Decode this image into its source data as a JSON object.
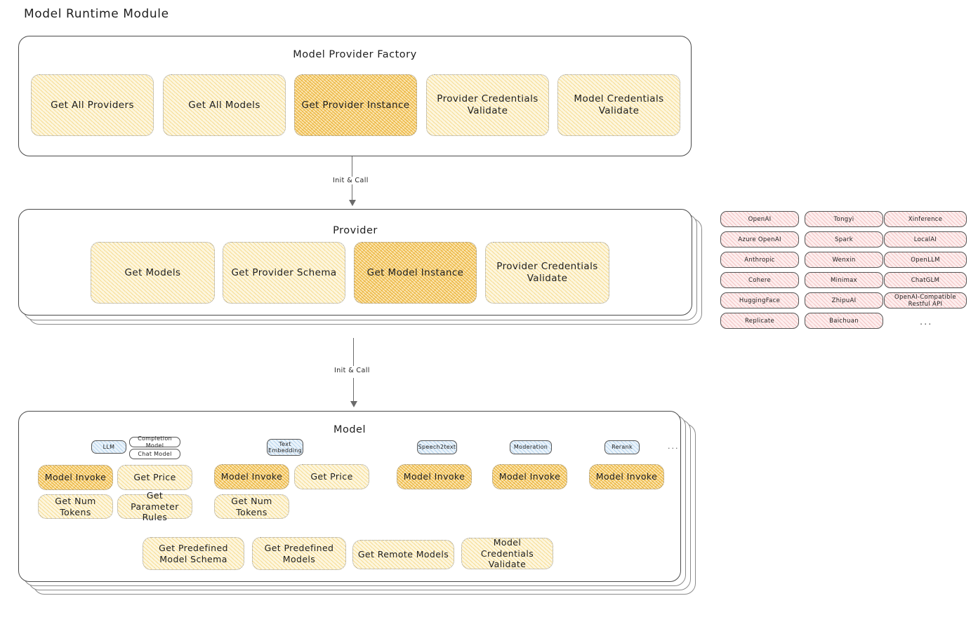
{
  "page": {
    "title": "Model Runtime Module"
  },
  "factory": {
    "title": "Model Provider Factory",
    "items": [
      {
        "label": "Get All Providers",
        "highlight": false
      },
      {
        "label": "Get All Models",
        "highlight": false
      },
      {
        "label": "Get Provider Instance",
        "highlight": true
      },
      {
        "label": "Provider Credentials Validate",
        "highlight": false
      },
      {
        "label": "Model Credentials Validate",
        "highlight": false
      }
    ]
  },
  "arrows": [
    {
      "label": "Init & Call"
    },
    {
      "label": "Init & Call"
    }
  ],
  "provider": {
    "title": "Provider",
    "items": [
      {
        "label": "Get Models",
        "highlight": false
      },
      {
        "label": "Get Provider Schema",
        "highlight": false
      },
      {
        "label": "Get Model Instance",
        "highlight": true
      },
      {
        "label": "Provider Credentials Validate",
        "highlight": false
      }
    ]
  },
  "provider_list": {
    "columns": [
      {
        "items": [
          "OpenAI",
          "Azure OpenAI",
          "Anthropic",
          "Cohere",
          "HuggingFace",
          "Replicate"
        ]
      },
      {
        "items": [
          "Tongyi",
          "Spark",
          "Wenxin",
          "Minimax",
          "ZhipuAI",
          "Baichuan"
        ]
      },
      {
        "items": [
          "Xinference",
          "LocalAI",
          "OpenLLM",
          "ChatGLM",
          "OpenAI-Compatible Restful API"
        ]
      }
    ],
    "more": "..."
  },
  "model": {
    "title": "Model",
    "more": "...",
    "types": [
      {
        "name": "LLM",
        "subtypes": [
          "Completion Model",
          "Chat Model"
        ],
        "functions": [
          {
            "label": "Model Invoke",
            "highlight": true
          },
          {
            "label": "Get Price",
            "highlight": false
          },
          {
            "label": "Get Num Tokens",
            "highlight": false
          },
          {
            "label": "Get Parameter Rules",
            "highlight": false
          }
        ]
      },
      {
        "name": "Text Embedding",
        "subtypes": [],
        "functions": [
          {
            "label": "Model Invoke",
            "highlight": true
          },
          {
            "label": "Get Price",
            "highlight": false
          },
          {
            "label": "Get Num Tokens",
            "highlight": false
          }
        ]
      },
      {
        "name": "Speech2text",
        "subtypes": [],
        "functions": [
          {
            "label": "Model Invoke",
            "highlight": true
          }
        ]
      },
      {
        "name": "Moderation",
        "subtypes": [],
        "functions": [
          {
            "label": "Model Invoke",
            "highlight": true
          }
        ]
      },
      {
        "name": "Rerank",
        "subtypes": [],
        "functions": [
          {
            "label": "Model Invoke",
            "highlight": true
          }
        ]
      }
    ],
    "common_functions": [
      {
        "label": "Get Predefined Model Schema"
      },
      {
        "label": "Get Predefined Models"
      },
      {
        "label": "Get Remote Models"
      },
      {
        "label": "Model Credentials Validate"
      }
    ]
  },
  "colors": {
    "highlight_fill": "#fbe6b4",
    "light_fill": "#fdf6de",
    "provider_fill": "#fdeeee",
    "type_fill": "#eaf3fb",
    "stroke": "#4a4a4a"
  }
}
